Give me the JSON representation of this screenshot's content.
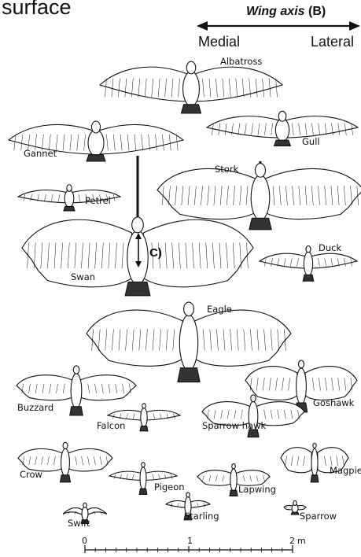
{
  "header": {
    "surface_text": "surface",
    "axis_title": "Wing axis",
    "axis_letter": "(B)",
    "medial": "Medial",
    "lateral": "Lateral"
  },
  "c_label": "C)",
  "birds": [
    {
      "id": "albatross",
      "name": "Albatross"
    },
    {
      "id": "gannet",
      "name": "Gannet"
    },
    {
      "id": "gull",
      "name": "Gull"
    },
    {
      "id": "stork",
      "name": "Stork"
    },
    {
      "id": "petrel",
      "name": "Petrel"
    },
    {
      "id": "swan",
      "name": "Swan"
    },
    {
      "id": "duck",
      "name": "Duck"
    },
    {
      "id": "eagle",
      "name": "Eagle"
    },
    {
      "id": "buzzard",
      "name": "Buzzard"
    },
    {
      "id": "goshawk",
      "name": "Goshawk"
    },
    {
      "id": "falcon",
      "name": "Falcon"
    },
    {
      "id": "sparrowhawk",
      "name": "Sparrow hawk"
    },
    {
      "id": "crow",
      "name": "Crow"
    },
    {
      "id": "pigeon",
      "name": "Pigeon"
    },
    {
      "id": "magpie",
      "name": "Magpie"
    },
    {
      "id": "lapwing",
      "name": "Lapwing"
    },
    {
      "id": "swift",
      "name": "Swift"
    },
    {
      "id": "starling",
      "name": "Starling"
    },
    {
      "id": "sparrow",
      "name": "Sparrow"
    }
  ],
  "scale": {
    "ticks": [
      "0",
      "1",
      "2"
    ],
    "unit": "m"
  },
  "colors": {
    "ink": "#111111",
    "background": "#ffffff"
  }
}
